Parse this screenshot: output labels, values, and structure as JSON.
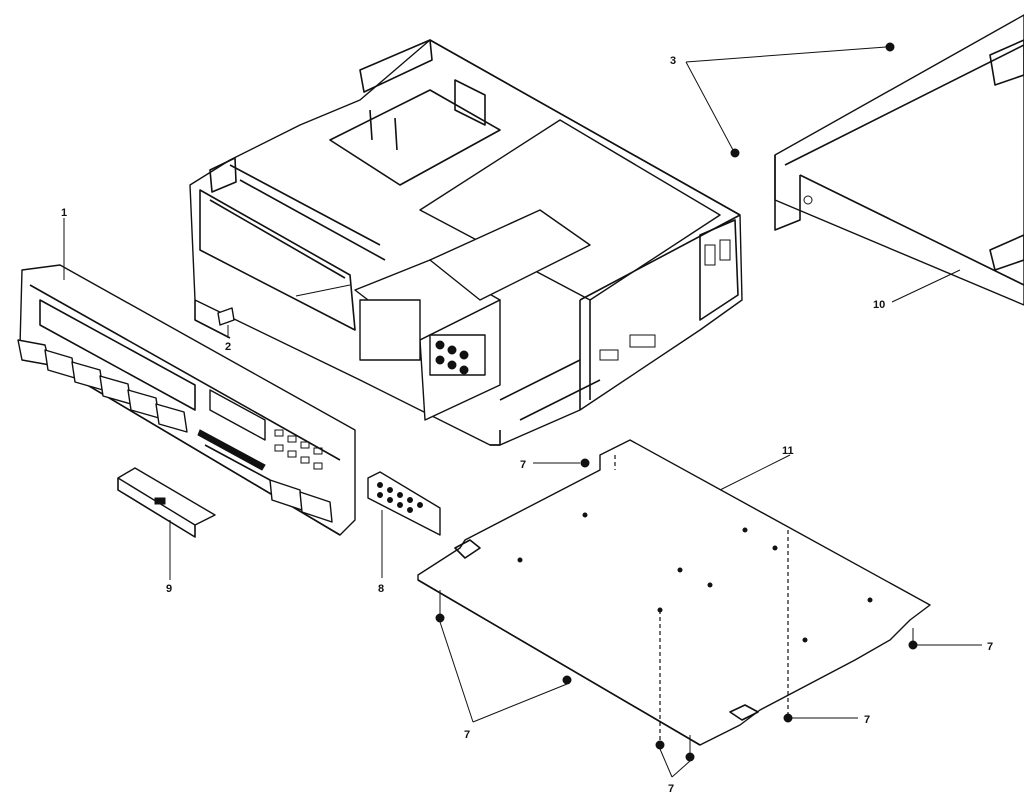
{
  "labels": {
    "front_panel": "1",
    "lamp": "2",
    "screws_top": "3",
    "screw_bottom_a": "7",
    "screw_bottom_b": "7",
    "screw_bottom_c": "7",
    "screw_bottom_d": "7",
    "screw_bottom_e": "7",
    "terminal_plate": "8",
    "door": "9",
    "top_cover": "10",
    "bottom_plate": "11"
  }
}
